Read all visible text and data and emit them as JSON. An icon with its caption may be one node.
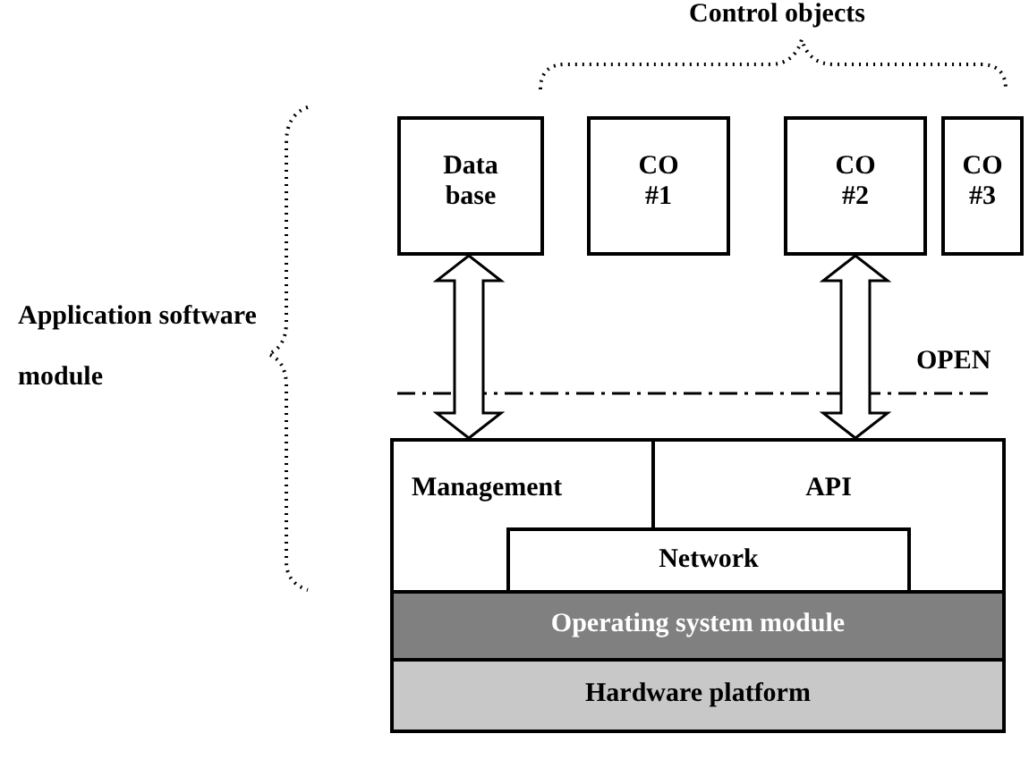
{
  "diagram": {
    "nodes": [
      {
        "text": [
          "Data base"
        ]
      },
      {
        "text": [
          "CO #1"
        ]
      },
      {
        "text": [
          "CO #2"
        ]
      },
      {
        "text": [
          "CO #3"
        ]
      },
      {
        "text": [
          "Management"
        ]
      },
      {
        "text": [
          "API"
        ]
      },
      {
        "text": [
          "Network"
        ]
      },
      {
        "text": [
          "Operating system module"
        ]
      },
      {
        "text": [
          "Hardware platform"
        ]
      }
    ],
    "edges": [
      {
        "from": 0,
        "to": 4,
        "arrow": "both"
      },
      {
        "from": 2,
        "to": 5,
        "arrow": "both"
      }
    ],
    "labels": [
      "Control objects",
      "Application software module",
      "OPEN"
    ]
  }
}
